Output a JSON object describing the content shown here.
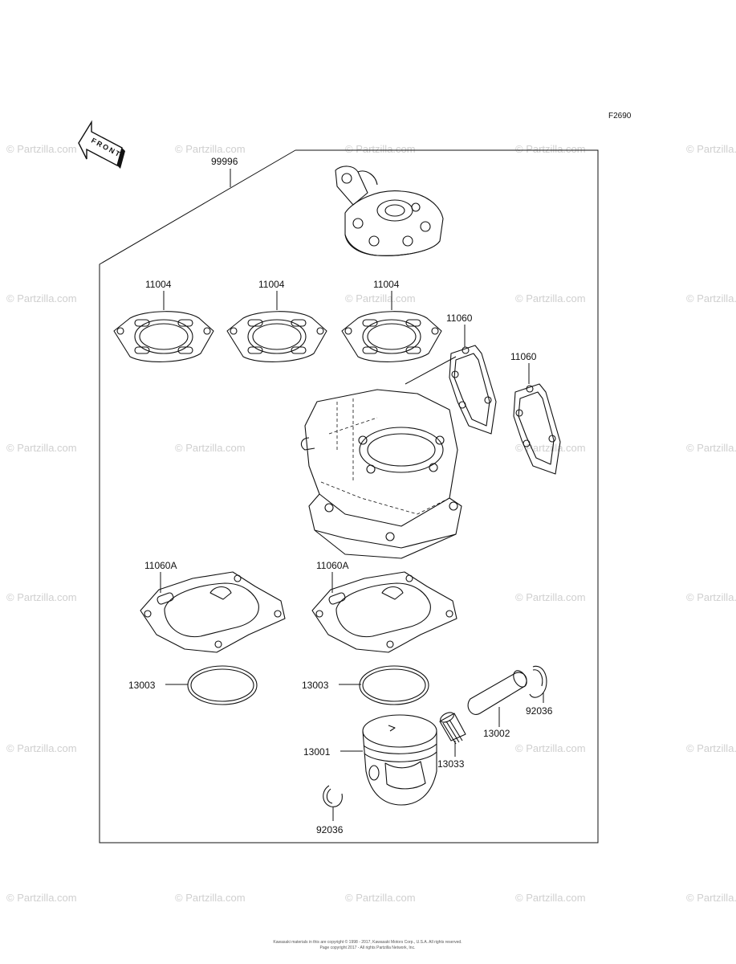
{
  "figure_code": "F2690",
  "front_label": "FRONT",
  "watermark_text": "© Partzilla.com",
  "footer": {
    "line1": "Kawasaki materials in this are copyright © 1998 - 2017, Kawasaki Motors Corp., U.S.A. All rights reserved.",
    "line2": "Page copyright 2017 - All rights Partzilla Network, Inc."
  },
  "callouts": {
    "set_99996": "99996",
    "gasket_head_1": "11004",
    "gasket_head_2": "11004",
    "gasket_head_3": "11004",
    "gasket_exh_1": "11060",
    "gasket_exh_2": "11060",
    "gasket_base_1": "11060A",
    "gasket_base_2": "11060A",
    "ring_1": "13003",
    "ring_2": "13003",
    "piston": "13001",
    "needle_bearing": "13033",
    "piston_pin": "13002",
    "snap_ring_right": "92036",
    "snap_ring_bottom": "92036"
  },
  "colors": {
    "line": "#111111",
    "watermark": "#cfcfcf",
    "background": "#ffffff"
  }
}
